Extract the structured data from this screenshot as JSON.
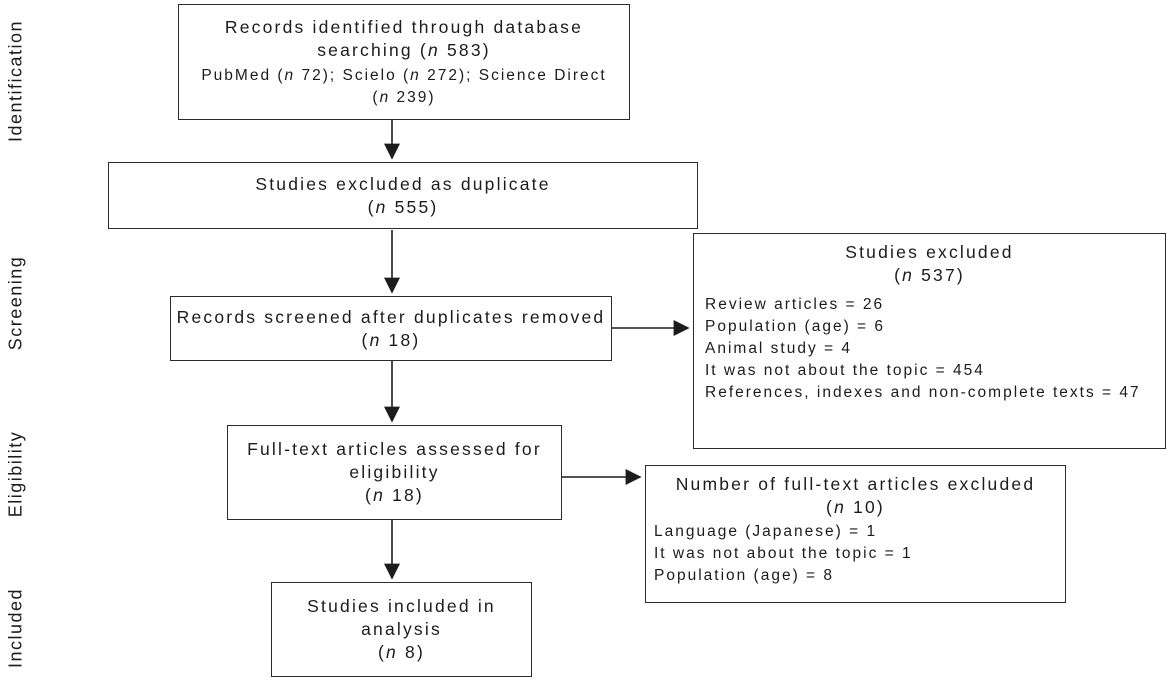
{
  "colors": {
    "text": "#1c1c1c",
    "border": "#2b2b2b",
    "arrow": "#1c1c1c",
    "background": "#ffffff"
  },
  "stages": [
    {
      "label": "Identification"
    },
    {
      "label": "Screening"
    },
    {
      "label": "Eligibility"
    },
    {
      "label": "Included"
    }
  ],
  "boxes": {
    "identified": {
      "title": [
        [
          {
            "t": "Records identified through database"
          }
        ],
        [
          {
            "t": "searching ("
          },
          {
            "t": "n",
            "i": true
          },
          {
            "t": " 583)"
          }
        ]
      ],
      "sub": [
        [
          {
            "t": "PubMed ("
          },
          {
            "t": "n",
            "i": true
          },
          {
            "t": " 72); Scielo ("
          },
          {
            "t": "n",
            "i": true
          },
          {
            "t": " 272); Science Direct"
          }
        ],
        [
          {
            "t": "("
          },
          {
            "t": "n",
            "i": true
          },
          {
            "t": " 239)"
          }
        ]
      ]
    },
    "duplicates": {
      "title": [
        [
          {
            "t": "Studies excluded as duplicate"
          }
        ],
        [
          {
            "t": "("
          },
          {
            "t": "n",
            "i": true
          },
          {
            "t": " 555)"
          }
        ]
      ]
    },
    "screened": {
      "title": [
        [
          {
            "t": "Records screened after duplicates removed"
          }
        ],
        [
          {
            "t": "("
          },
          {
            "t": "n",
            "i": true
          },
          {
            "t": " 18)"
          }
        ]
      ]
    },
    "excluded_screening": {
      "title": [
        [
          {
            "t": "Studies excluded"
          }
        ],
        [
          {
            "t": "("
          },
          {
            "t": "n",
            "i": true
          },
          {
            "t": " 537)"
          }
        ]
      ],
      "list": [
        [
          {
            "t": "Review articles = 26"
          }
        ],
        [
          {
            "t": "Population (age) = 6"
          }
        ],
        [
          {
            "t": "Animal study = 4"
          }
        ],
        [
          {
            "t": "It was not about the topic = 454"
          }
        ],
        [
          {
            "t": "References, indexes and non-complete texts = 47"
          }
        ]
      ]
    },
    "fulltext": {
      "title": [
        [
          {
            "t": "Full-text articles assessed for"
          }
        ],
        [
          {
            "t": "eligibility"
          }
        ],
        [
          {
            "t": "("
          },
          {
            "t": "n",
            "i": true
          },
          {
            "t": " 18)"
          }
        ]
      ]
    },
    "excluded_eligibility": {
      "title": [
        [
          {
            "t": "Number of full-text articles excluded"
          }
        ],
        [
          {
            "t": "("
          },
          {
            "t": "n",
            "i": true
          },
          {
            "t": " 10)"
          }
        ]
      ],
      "list": [
        [
          {
            "t": "Language (Japanese) = 1"
          }
        ],
        [
          {
            "t": "It was not about the topic = 1"
          }
        ],
        [
          {
            "t": "Population (age) = 8"
          }
        ]
      ]
    },
    "included": {
      "title": [
        [
          {
            "t": "Studies included in"
          }
        ],
        [
          {
            "t": "analysis"
          }
        ],
        [
          {
            "t": "("
          },
          {
            "t": "n",
            "i": true
          },
          {
            "t": " 8)"
          }
        ]
      ]
    }
  }
}
